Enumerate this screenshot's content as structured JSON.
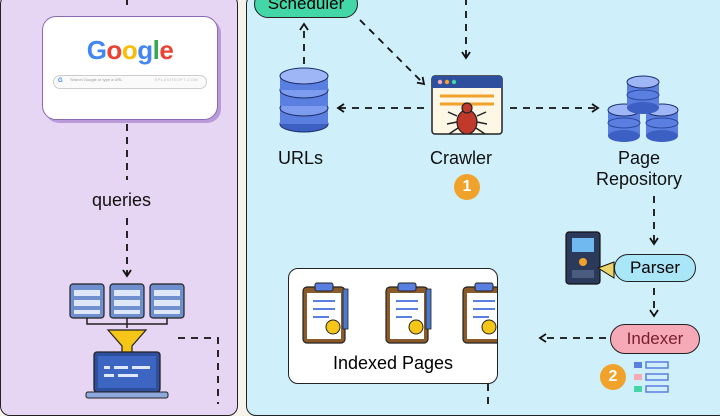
{
  "google_card": {
    "logo_letters": [
      {
        "ch": "G",
        "color": "#4285F4"
      },
      {
        "ch": "o",
        "color": "#EA4335"
      },
      {
        "ch": "o",
        "color": "#FBBC05"
      },
      {
        "ch": "g",
        "color": "#4285F4"
      },
      {
        "ch": "l",
        "color": "#34A853"
      },
      {
        "ch": "e",
        "color": "#EA4335"
      }
    ],
    "search_placeholder": "Search Google or type a URL",
    "search_watermark": "SPLASHSOFT.COM"
  },
  "left": {
    "queries_label": "queries"
  },
  "nodes": {
    "scheduler": "Scheduler",
    "urls": "URLs",
    "crawler": "Crawler",
    "crawler_badge": "1",
    "page_repo_line1": "Page",
    "page_repo_line2": "Repository",
    "parser": "Parser",
    "indexer": "Indexer",
    "indexer_badge": "2",
    "indexed_pages": "Indexed Pages"
  },
  "colors": {
    "db_blue": "#5b7fe0",
    "scheduler_green": "#43d6a6",
    "indexer_pink": "#f6a9b6",
    "badge_orange": "#f0a22b",
    "panel_purple": "#e6d5f3",
    "panel_cyan": "#cfeffa"
  },
  "icons": [
    "database-icon",
    "crawler-bug-icon",
    "server-rack-icon",
    "funnel-icon",
    "laptop-icon",
    "clipboard-icon",
    "parser-machine-icon",
    "list-icon"
  ]
}
